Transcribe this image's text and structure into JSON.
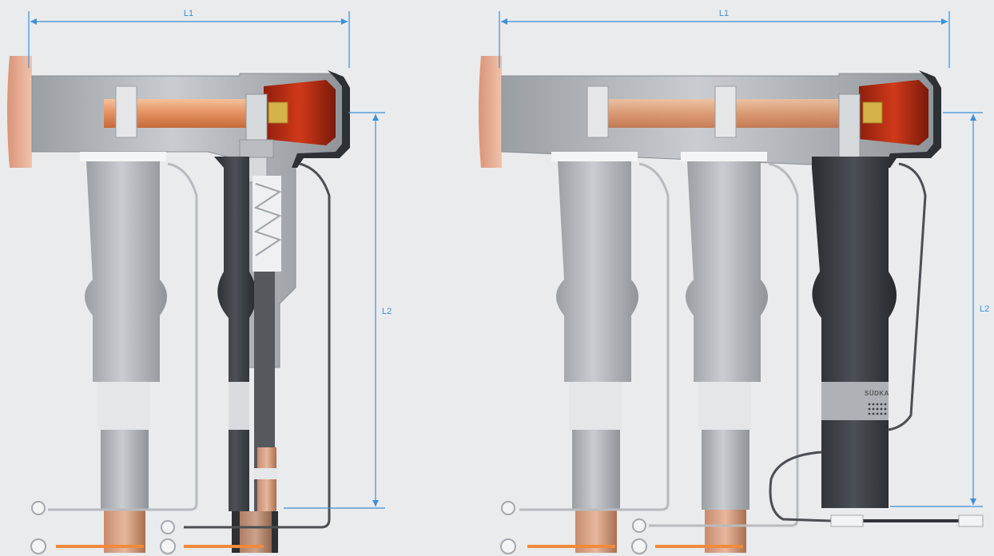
{
  "left_view": {
    "dimension_l1": "L1",
    "dimension_l2": "L2"
  },
  "right_view": {
    "dimension_l1": "L1",
    "dimension_l2": "L2",
    "brand_label": "SÜDKA"
  },
  "colors": {
    "background": "#e9ebed",
    "dimension": "#3d8fd6",
    "copper": "#e8a070",
    "copper_dark": "#c56a3a",
    "insulator_grey": "#a7abb0",
    "body_grey": "#c7cacd",
    "cable_black": "#3b3f43",
    "red_cap": "#c23317",
    "busbar": "#e8b79e"
  }
}
